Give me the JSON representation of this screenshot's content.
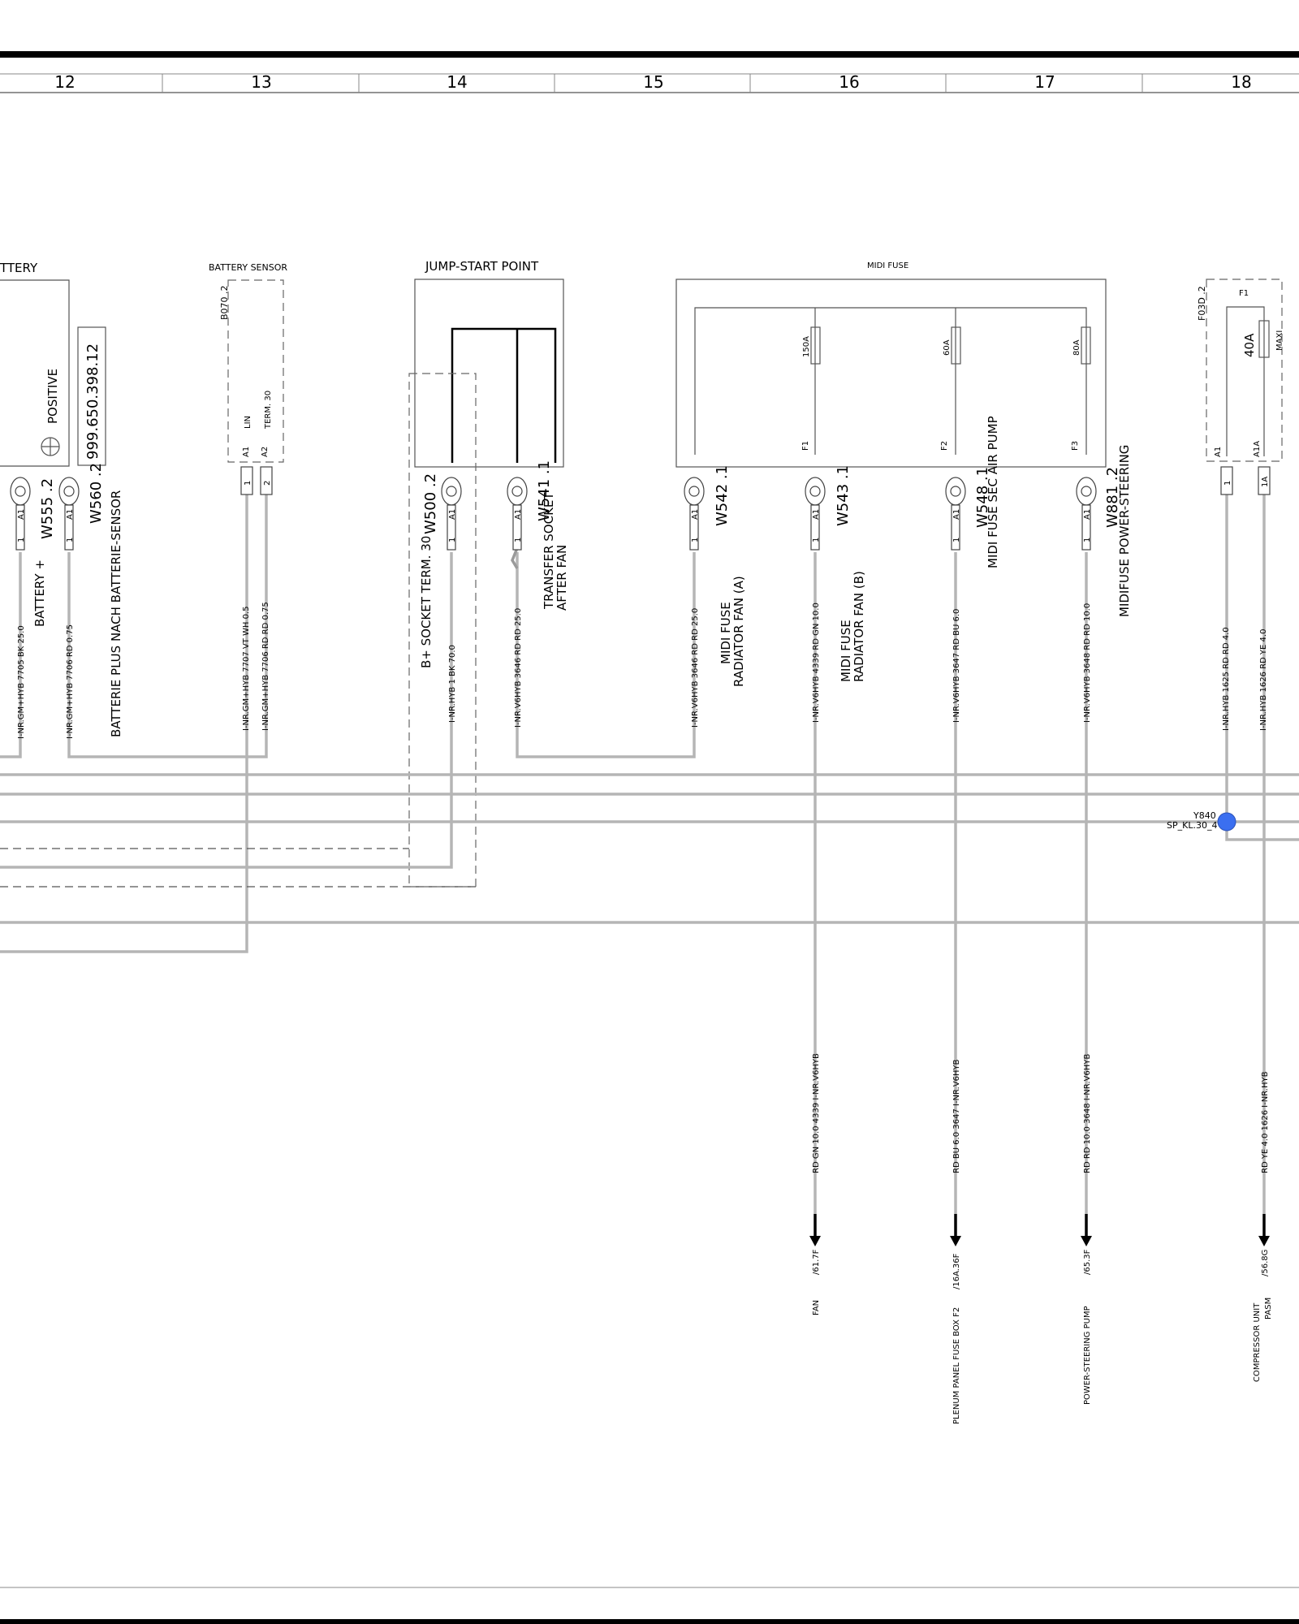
{
  "columns": [
    "12",
    "13",
    "14",
    "15",
    "16",
    "17",
    "18"
  ],
  "components": {
    "battery": {
      "title": "TTERY",
      "positive_label": "POSITIVE",
      "part_number": "999.650.398.12"
    },
    "battery_sensor": {
      "title": "BATTERY SENSOR",
      "id": "B070 .2",
      "pin_a1": "A1",
      "pin_a2": "A2",
      "lin": "LIN",
      "term30": "TERM. 30"
    },
    "jump_start": {
      "title": "JUMP-START POINT"
    },
    "midi_fuse": {
      "title": "MIDI FUSE",
      "fuses": [
        {
          "rating": "150A",
          "slot": "F1"
        },
        {
          "rating": "60A",
          "slot": "F2"
        },
        {
          "rating": "80A",
          "slot": "F3"
        }
      ]
    },
    "f03d": {
      "id": "F03D .2",
      "name": "F1",
      "rating": "40A",
      "type": "MAXI",
      "pin_a1": "A1",
      "pin_a1a": "A1A",
      "pin_1": "1",
      "pin_1a": "1A"
    }
  },
  "connectors": [
    {
      "id": "W555 .2",
      "desc": "BATTERY +",
      "wire": "I-NR.GM+HYB    7705  BK 25.0"
    },
    {
      "id": "W560 .2",
      "desc": "BATTERIE PLUS NACH BATTERIE-SENSOR",
      "wire": "I-NR.GM+HYB  7706 RD 0.75"
    },
    {
      "id": "W500 .2",
      "desc": "B+ SOCKET TERM. 30",
      "wire": "I-NR.HYB          1  BK 70.0"
    },
    {
      "id": "W541 .1",
      "desc": "TRANSFER SOCKET",
      "desc2": "AFTER FAN",
      "wire": "I-NR.V6HYB    3646 RD RD 25.0"
    },
    {
      "id": "W542 .1",
      "desc": "MIDI FUSE",
      "desc2": "RADIATOR FAN (A)",
      "wire": "I-NR.V6HYB    3646 RD RD 25.0"
    },
    {
      "id": "W543 .1",
      "desc": "MIDI FUSE",
      "desc2": "RADIATOR FAN (B)",
      "wire": "I-NR.V6HYB  4339 RD GN 10.0"
    },
    {
      "id": "W548 .1",
      "desc": "MIDI FUSE SEC AIR PUMP",
      "wire": "I-NR.V6HYB   3647   RD BU 6.0"
    },
    {
      "id": "W881 .2",
      "desc": "MIDIFUSE POWER-STEERING",
      "wire": "I-NR.V6HYB   3648 RD RD 10.0"
    }
  ],
  "sensor_wires": [
    "I-NR.GM+HYB  7707    VT WH 0.5",
    "I-NR.GM+HYB  7706  RD RD 0.75"
  ],
  "fuse_wires": [
    "I-NR.HYB    1625    RD RD 4.0",
    "I-NR.HYB    1626    RD YE 4.0"
  ],
  "splice": {
    "id": "Y840",
    "name": "SP_KL.30_4"
  },
  "lower_wires": [
    "RD GN 10.0 4339   I-NR.V6HYB",
    "RD BU 6.0      3647   I-NR.V6HYB",
    "RD RD 10.0 3648   I-NR.V6HYB",
    "RD YE 4.0     1626   I-NR.HYB"
  ],
  "destinations": [
    {
      "ref": "/61.7F",
      "label": "FAN"
    },
    {
      "ref": "/16A.36F",
      "label": "PLENUM PANEL FUSE BOX F2"
    },
    {
      "ref": "/65.3F",
      "label": "POWER-STEERING PUMP"
    },
    {
      "ref": "/56.8G",
      "label": "COMPRESSOR UNIT",
      "label2": "PASM"
    }
  ],
  "pins": {
    "a1": "A1",
    "one": "1",
    "two": "2"
  },
  "colors": {
    "splice": "#3b6ff0",
    "wire": "#b5b5b5"
  }
}
